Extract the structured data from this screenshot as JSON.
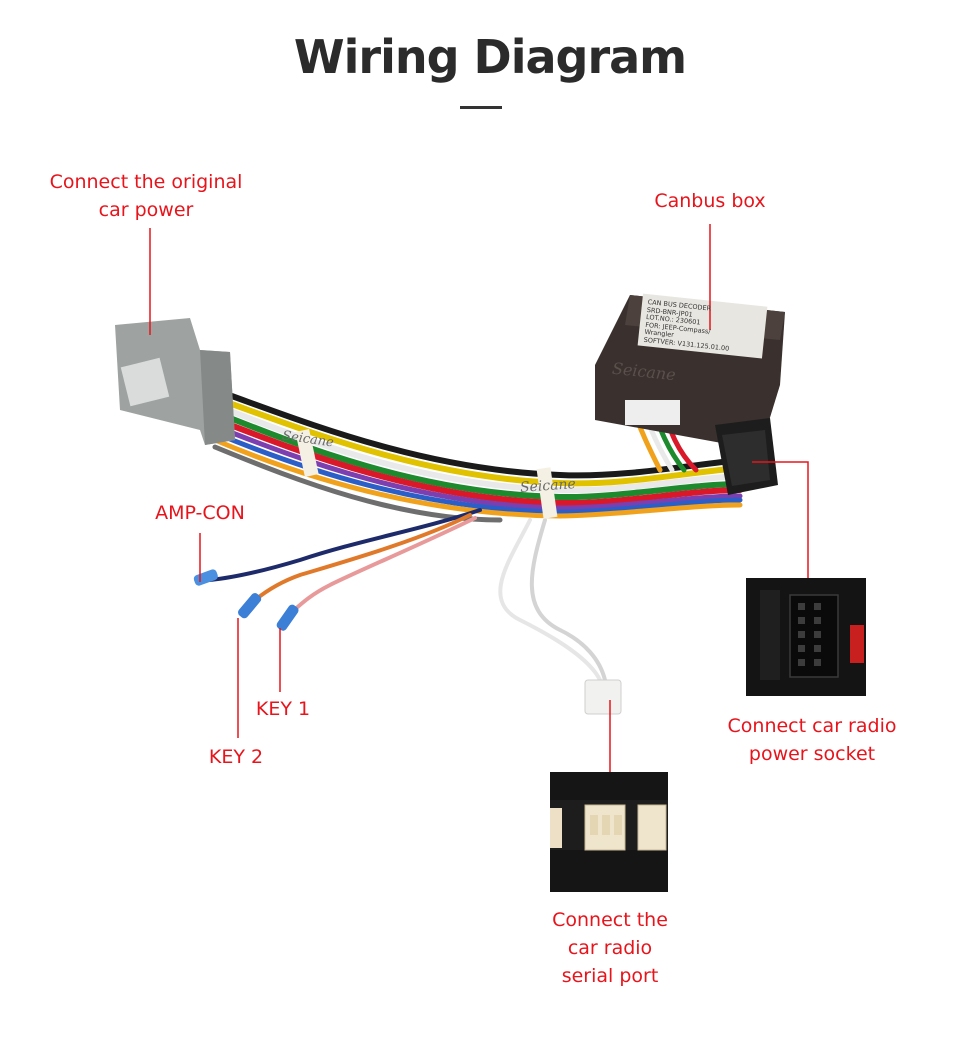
{
  "title": "Wiring Diagram",
  "labels": {
    "original_power": [
      "Connect the original",
      "car power"
    ],
    "canbus": "Canbus box",
    "amp_con": "AMP-CON",
    "key1": "KEY 1",
    "key2": "KEY 2",
    "radio_power": [
      "Connect car radio",
      "power socket"
    ],
    "serial_port": [
      "Connect the",
      "car radio",
      "serial port"
    ]
  },
  "photo_text": {
    "decoder_label": [
      "CAN BUS DECODER",
      "SRD-BNR-JP01",
      "LOT.NO.: 230601",
      "FOR: JEEP-Compass/",
      "Wrangler",
      "SOFTVER: V131.125.01.00"
    ],
    "watermark": "Seicane"
  },
  "colors": {
    "label_red": "#e8141b",
    "title": "#2b2b2b"
  }
}
